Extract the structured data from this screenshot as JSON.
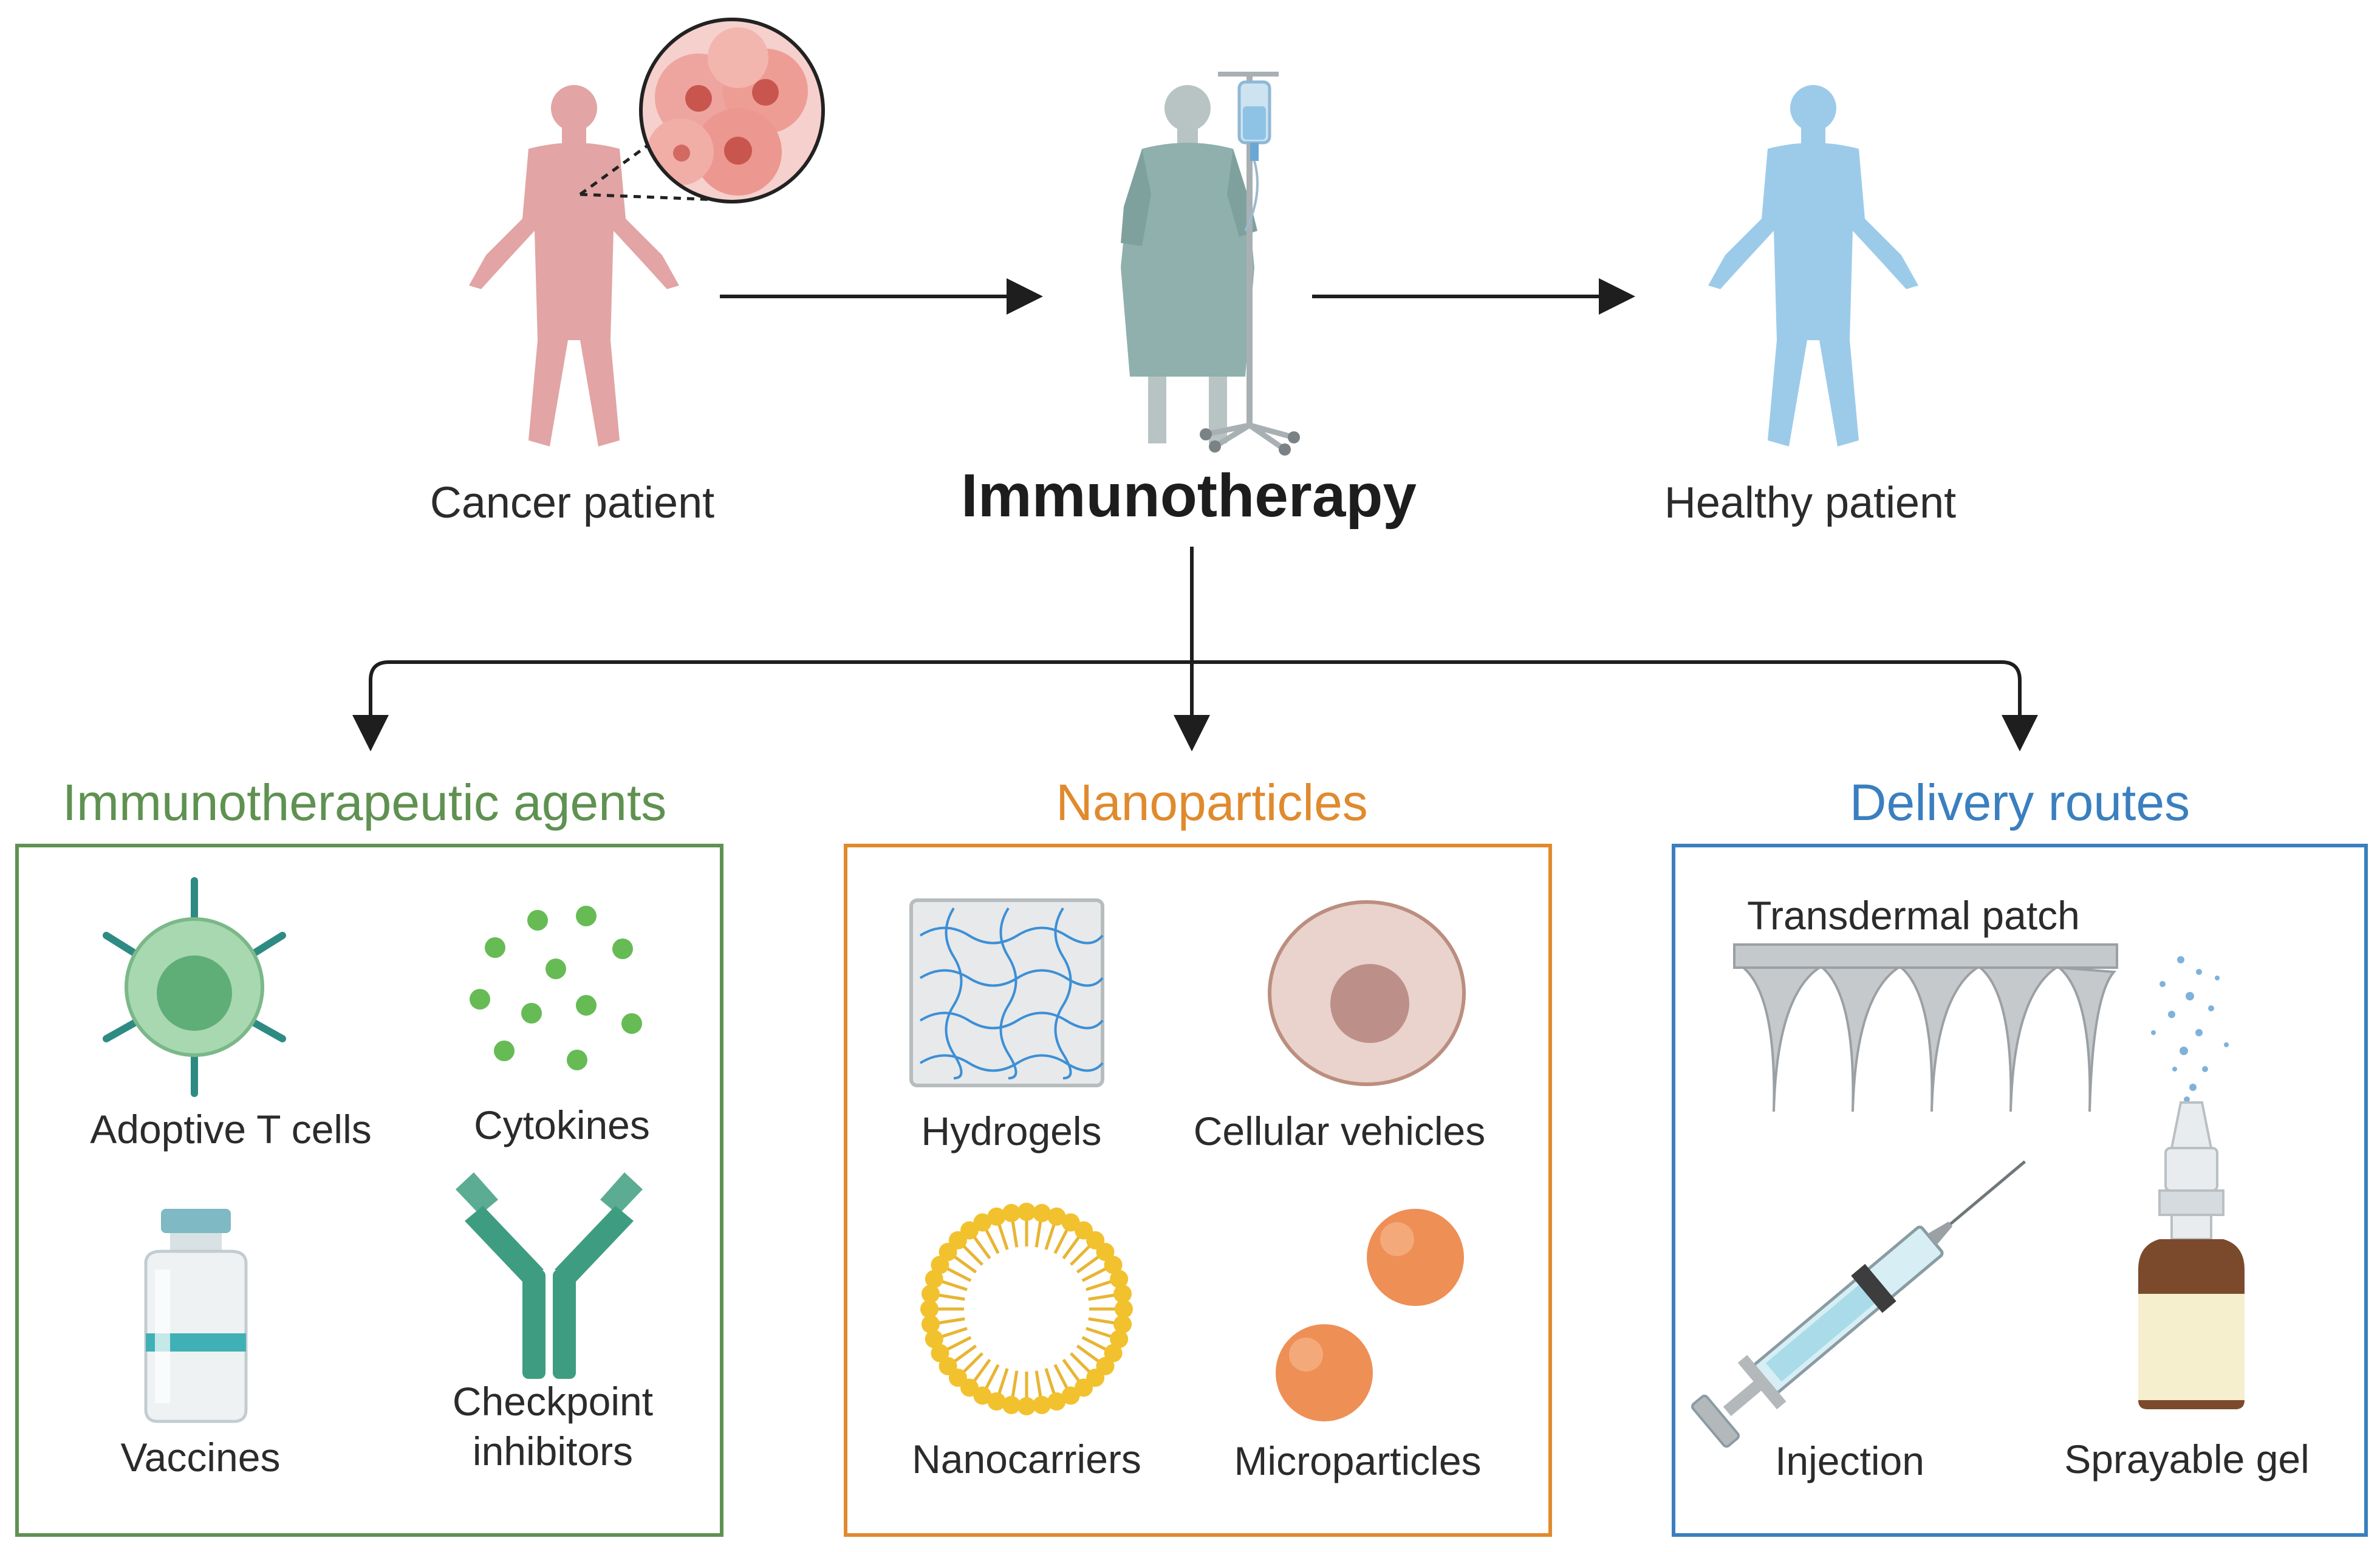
{
  "flow": {
    "start_label": "Cancer patient",
    "center_label": "Immunotherapy",
    "end_label": "Healthy patient"
  },
  "colors": {
    "agents": "#5f9151",
    "nanoparticles": "#e08a2e",
    "routes": "#3a7fbf",
    "cancer_body": "#e2a4a4",
    "healthy_body": "#9ccbea",
    "arrow": "#1e1e1e"
  },
  "sections": {
    "agents": {
      "title": "Immunotherapeutic agents",
      "items": {
        "t_cells": "Adoptive T cells",
        "cytokines": "Cytokines",
        "vaccines": "Vaccines",
        "checkpoint_line1": "Checkpoint",
        "checkpoint_line2": "inhibitors"
      }
    },
    "nanoparticles": {
      "title": "Nanoparticles",
      "items": {
        "hydrogels": "Hydrogels",
        "cellular": "Cellular vehicles",
        "nanocarriers": "Nanocarriers",
        "microparticles": "Microparticles"
      }
    },
    "routes": {
      "title": "Delivery routes",
      "items": {
        "patch": "Transdermal patch",
        "injection": "Injection",
        "spray": "Sprayable gel"
      }
    }
  }
}
